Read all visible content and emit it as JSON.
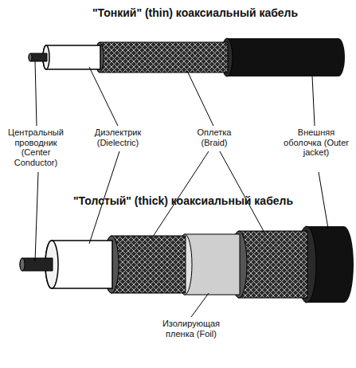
{
  "diagram": {
    "labels": [
      "\"Тонкий\" (thin) коаксиальный кабель",
      "Центральный проводник (Center Conductor)",
      "Диэлектрик (Dielectric)",
      "Оплетка (Braid)",
      "Внешняя оболочка (Outer jacket)",
      "\"Толстый\" (thick) коаксиальный кабель",
      "Изолирующая пленка (Foil)"
    ]
  }
}
